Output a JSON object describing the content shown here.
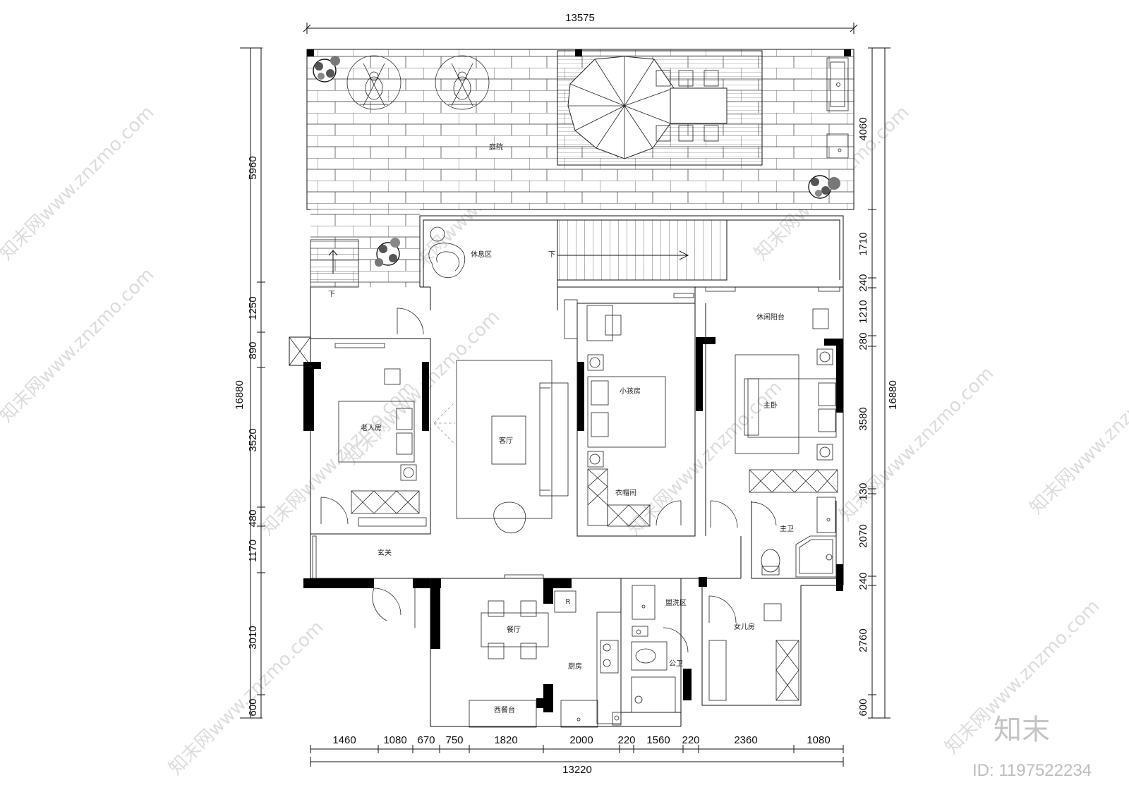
{
  "dimensions": {
    "top_total": "13575",
    "bottom_total": "13220",
    "bottom_segments": [
      "1460",
      "1080",
      "670",
      "750",
      "1820",
      "2000",
      "220",
      "1560",
      "220",
      "2360",
      "1080"
    ],
    "left_segments": [
      "5960",
      "1250",
      "890",
      "3520",
      "480",
      "1170",
      "3010",
      "600"
    ],
    "left_total": "16880",
    "right_segments": [
      "4060",
      "1710",
      "240",
      "1210",
      "280",
      "3580",
      "130",
      "2070",
      "240",
      "2760",
      "600"
    ],
    "right_total": "16880"
  },
  "rooms": {
    "courtyard": "庭院",
    "rest_area": "休息区",
    "down_1": "下",
    "down_2": "下",
    "leisure_balcony": "休闲阳台",
    "elder_room": "老人房",
    "living_room": "客厅",
    "kids_room": "小孩房",
    "master_bedroom": "主卧",
    "cloakroom": "衣帽间",
    "master_bath": "主卫",
    "foyer": "玄关",
    "dining_room": "餐厅",
    "fridge": "R",
    "washing_area": "盥洗区",
    "daughter_room": "女儿房",
    "kitchen": "厨房",
    "public_bath": "公卫",
    "western_counter": "西餐台"
  },
  "watermark": {
    "text": "知末网www.znzmo.com",
    "brand": "知末",
    "id": "ID: 1197522234"
  }
}
